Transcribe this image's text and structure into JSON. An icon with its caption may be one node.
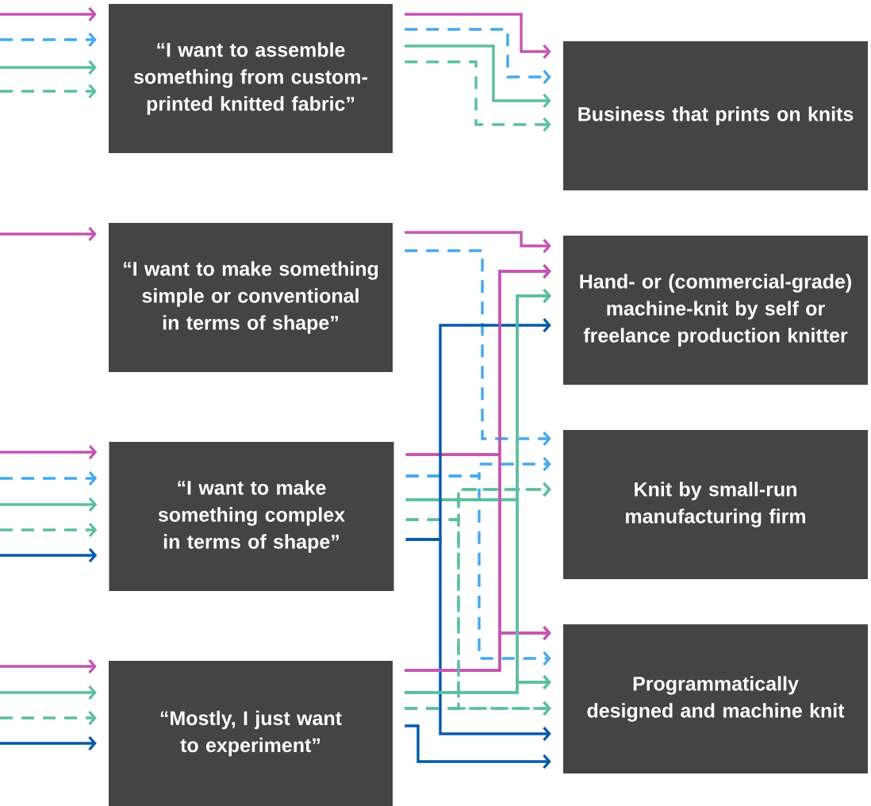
{
  "diagram": {
    "nodes": [
      {
        "text": [
          "“I want to assemble something from custom-printed knitted fabric”"
        ]
      },
      {
        "text": [
          "“I want to make something simple or conventional in terms of shape”"
        ]
      },
      {
        "text": [
          "“I want to make something complex in terms of shape”"
        ]
      },
      {
        "text": [
          "“Mostly, I just want to experiment”"
        ]
      },
      {
        "text": [
          "Business that prints on knits"
        ]
      },
      {
        "text": [
          "Hand- or (commercial-grade) machine-knit by self or freelance production knitter"
        ]
      },
      {
        "text": [
          "Knit by small-run manufacturing firm"
        ]
      },
      {
        "text": [
          "Programmatically designed and machine knit"
        ]
      }
    ],
    "edges": [
      {
        "from": null,
        "to": 0,
        "arrow": "to",
        "color": "#c455b0"
      },
      {
        "from": null,
        "to": 0,
        "arrow": "to",
        "color": "#45a8f0",
        "style": "dashed"
      },
      {
        "from": null,
        "to": 0,
        "arrow": "to",
        "color": "#5cbea0"
      },
      {
        "from": null,
        "to": 0,
        "arrow": "to",
        "color": "#5cbea0",
        "style": "dashed"
      },
      {
        "from": null,
        "to": 1,
        "arrow": "to",
        "color": "#c455b0"
      },
      {
        "from": null,
        "to": 2,
        "arrow": "to",
        "color": "#c455b0"
      },
      {
        "from": null,
        "to": 2,
        "arrow": "to",
        "color": "#45a8f0",
        "style": "dashed"
      },
      {
        "from": null,
        "to": 2,
        "arrow": "to",
        "color": "#5cbea0"
      },
      {
        "from": null,
        "to": 2,
        "arrow": "to",
        "color": "#5cbea0",
        "style": "dashed"
      },
      {
        "from": null,
        "to": 2,
        "arrow": "to",
        "color": "#0659a8"
      },
      {
        "from": null,
        "to": 3,
        "arrow": "to",
        "color": "#c455b0"
      },
      {
        "from": null,
        "to": 3,
        "arrow": "to",
        "color": "#5cbea0"
      },
      {
        "from": null,
        "to": 3,
        "arrow": "to",
        "color": "#5cbea0",
        "style": "dashed"
      },
      {
        "from": null,
        "to": 3,
        "arrow": "to",
        "color": "#0659a8"
      },
      {
        "from": 0,
        "to": 4,
        "arrow": "to",
        "color": "#c455b0"
      },
      {
        "from": 0,
        "to": 4,
        "arrow": "to",
        "color": "#45a8f0",
        "style": "dashed"
      },
      {
        "from": 0,
        "to": 4,
        "arrow": "to",
        "color": "#5cbea0"
      },
      {
        "from": 0,
        "to": 4,
        "arrow": "to",
        "color": "#5cbea0",
        "style": "dashed"
      },
      {
        "from": 1,
        "to": 5,
        "arrow": "to",
        "color": "#c455b0"
      },
      {
        "from": 1,
        "to": 6,
        "arrow": "to",
        "color": "#45a8f0",
        "style": "dashed"
      },
      {
        "from": 2,
        "to": 5,
        "arrow": "to",
        "color": "#c455b0"
      },
      {
        "from": 2,
        "to": 7,
        "arrow": "to",
        "color": "#c455b0"
      },
      {
        "from": 2,
        "to": 6,
        "arrow": "to",
        "color": "#45a8f0",
        "style": "dashed"
      },
      {
        "from": 2,
        "to": 7,
        "arrow": "to",
        "color": "#45a8f0",
        "style": "dashed"
      },
      {
        "from": 2,
        "to": 5,
        "arrow": "to",
        "color": "#5cbea0"
      },
      {
        "from": 2,
        "to": 7,
        "arrow": "to",
        "color": "#5cbea0"
      },
      {
        "from": 2,
        "to": 6,
        "arrow": "to",
        "color": "#5cbea0",
        "style": "dashed"
      },
      {
        "from": 2,
        "to": 7,
        "arrow": "to",
        "color": "#5cbea0",
        "style": "dashed"
      },
      {
        "from": 2,
        "to": 5,
        "arrow": "to",
        "color": "#0659a8"
      },
      {
        "from": 2,
        "to": 7,
        "arrow": "to",
        "color": "#0659a8"
      },
      {
        "from": 3,
        "to": 5,
        "arrow": "to",
        "color": "#c455b0"
      },
      {
        "from": 3,
        "to": 7,
        "arrow": "to",
        "color": "#c455b0"
      },
      {
        "from": 3,
        "to": 5,
        "arrow": "to",
        "color": "#5cbea0"
      },
      {
        "from": 3,
        "to": 7,
        "arrow": "to",
        "color": "#5cbea0"
      },
      {
        "from": 3,
        "to": 6,
        "arrow": "to",
        "color": "#5cbea0",
        "style": "dashed"
      },
      {
        "from": 3,
        "to": 7,
        "arrow": "to",
        "color": "#5cbea0",
        "style": "dashed"
      },
      {
        "from": 3,
        "to": 7,
        "arrow": "to",
        "color": "#0659a8"
      }
    ]
  }
}
